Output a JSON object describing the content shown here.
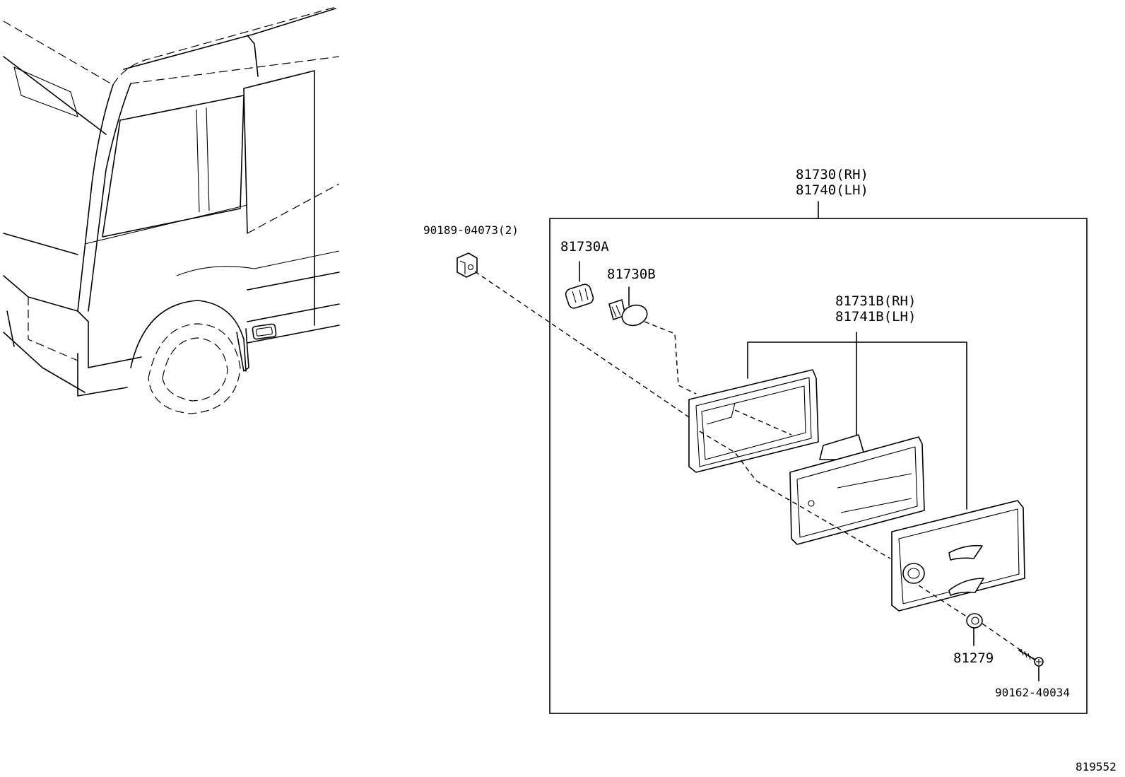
{
  "diagram": {
    "id_code": "819552",
    "callouts": {
      "assembly_rh": "81730(RH)",
      "assembly_lh": "81740(LH)",
      "clip": "90189-04073(2)",
      "socket": "81730A",
      "bulb": "81730B",
      "lens_rh": "81731B(RH)",
      "lens_lh": "81741B(LH)",
      "grommet": "81279",
      "screw": "90162-40034"
    }
  }
}
